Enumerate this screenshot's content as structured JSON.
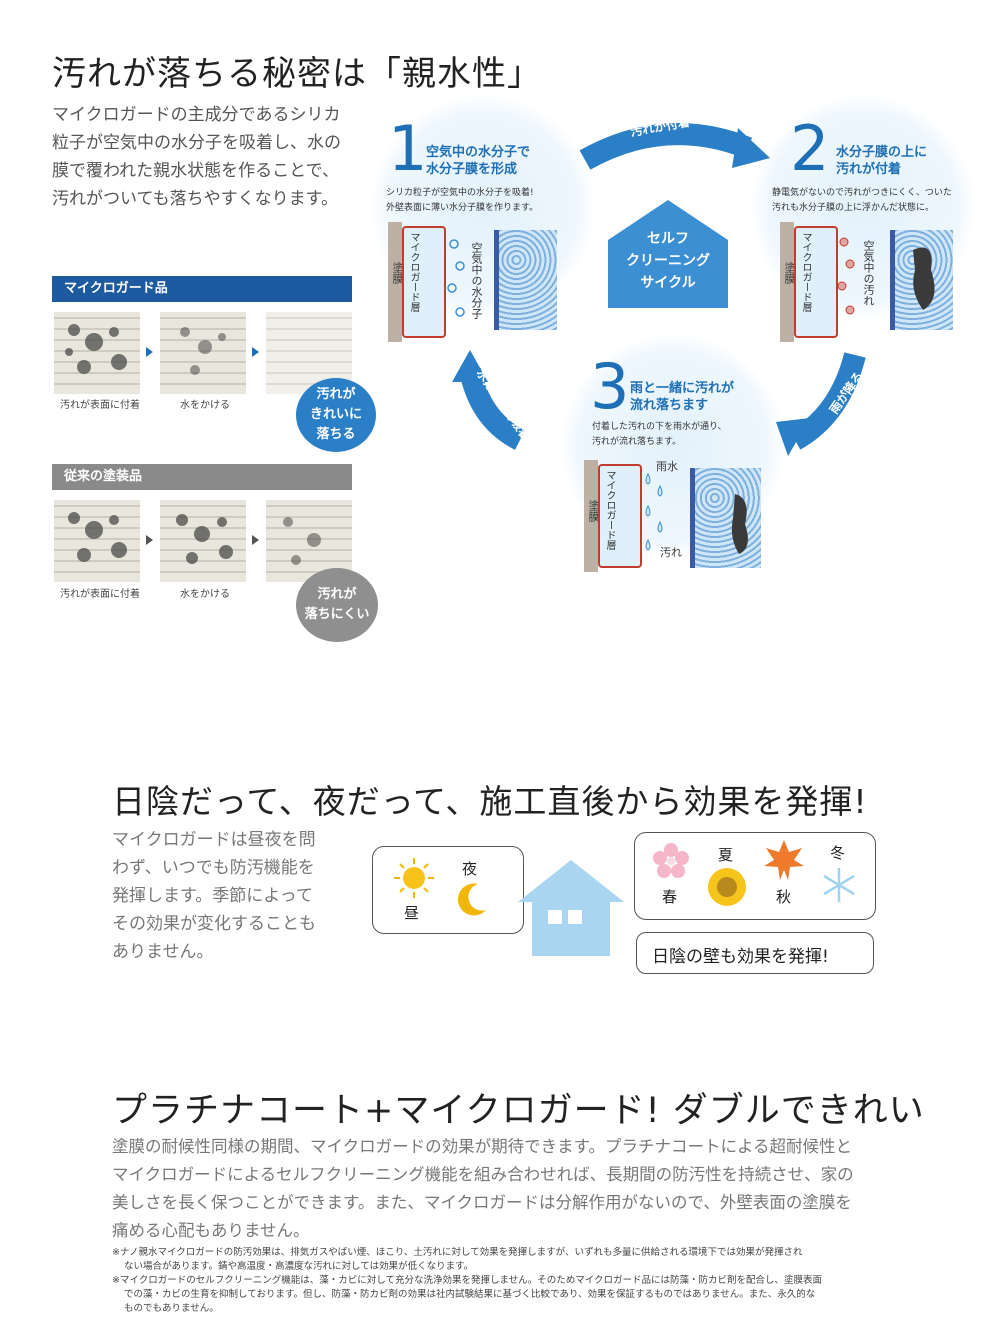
{
  "sec1": {
    "title": "汚れが落ちる秘密は「親水性」",
    "desc": [
      "マイクロガードの主成分であるシリカ",
      "粒子が空気中の水分子を吸着し、水の",
      "膜で覆われた親水状態を作ることで、",
      "汚れがついても落ちやすくなります。"
    ],
    "product": {
      "header": "マイクロガード品",
      "caption1": "汚れが表面に付着",
      "caption2": "水をかける",
      "badge": "汚れが\nきれいに\n落ちる",
      "color": "#1e5aa0"
    },
    "legacy": {
      "header": "従来の塗装品",
      "caption1": "汚れが表面に付着",
      "caption2": "水をかける",
      "badge": "汚れが\n落ちにくい",
      "color": "#8a8a8a"
    }
  },
  "cycle": {
    "center": "セルフ\nクリーニング\nサイクル",
    "arrow_top": "汚れが付着",
    "arrow_right": "雨が降る",
    "arrow_left": "水分子を再吸着",
    "step1": {
      "num": "1",
      "title": "空気中の水分子で\n水分子膜を形成",
      "desc": "シリカ粒子が空気中の水分子を吸着!\n外壁表面に薄い水分子膜を作ります。",
      "label_coat": "塗膜",
      "label_layer": "マイクロガード層",
      "label_air": "空気中の水分子"
    },
    "step2": {
      "num": "2",
      "title": "水分子膜の上に\n汚れが付着",
      "desc": "静電気がないので汚れがつきにくく、ついた\n汚れも水分子膜の上に浮かんだ状態に。",
      "label_coat": "塗膜",
      "label_layer": "マイクロガード層",
      "label_air": "空気中の汚れ"
    },
    "step3": {
      "num": "3",
      "title": "雨と一緒に汚れが\n流れ落ちます",
      "desc": "付着した汚れの下を雨水が通り、\n汚れが流れ落ちます。",
      "label_coat": "塗膜",
      "label_layer": "マイクロガード層",
      "label_rain": "雨水",
      "label_dirt": "汚れ"
    }
  },
  "sec2": {
    "title": "日陰だって、夜だって、施工直後から効果を発揮!",
    "desc": [
      "マイクロガードは昼夜を問",
      "わず、いつでも防汚機能を",
      "発揮します。季節によって",
      "その効果が変化することも",
      "ありません。"
    ],
    "day": "昼",
    "night": "夜",
    "seasons": {
      "spring": "春",
      "summer": "夏",
      "autumn": "秋",
      "winter": "冬"
    },
    "shade": "日陰の壁も効果を発揮!",
    "house_color": "#a9d5f0"
  },
  "sec3": {
    "title": "プラチナコート+マイクロガード! ダブルできれい",
    "desc": [
      "塗膜の耐候性同様の期間、マイクロガードの効果が期待できます。プラチナコートによる超耐候性と",
      "マイクロガードによるセルフクリーニング機能を組み合わせれば、長期間の防汚性を持続させ、家の",
      "美しさを長く保つことができます。また、マイクロガードは分解作用がないので、外壁表面の塗膜を",
      "痛める心配もありません。"
    ],
    "notes": [
      "※ナノ親水マイクロガードの防汚効果は、排気ガスやばい煙、ほこり、土汚れに対して効果を発揮しますが、いずれも多量に供給される環境下では効果が発揮され",
      "ない場合があります。錆や高温度・高濃度な汚れに対しては効果が低くなります。",
      "※マイクロガードのセルフクリーニング機能は、藻・カビに対して充分な洗浄効果を発揮しません。そのためマイクロガード品には防藻・防カビ剤を配合し、塗膜表面",
      "での藻・カビの生育を抑制しております。但し、防藻・防カビ剤の効果は社内試験結果に基づく比較であり、効果を保証するものではありません。また、永久的な",
      "ものでもありません。"
    ]
  }
}
